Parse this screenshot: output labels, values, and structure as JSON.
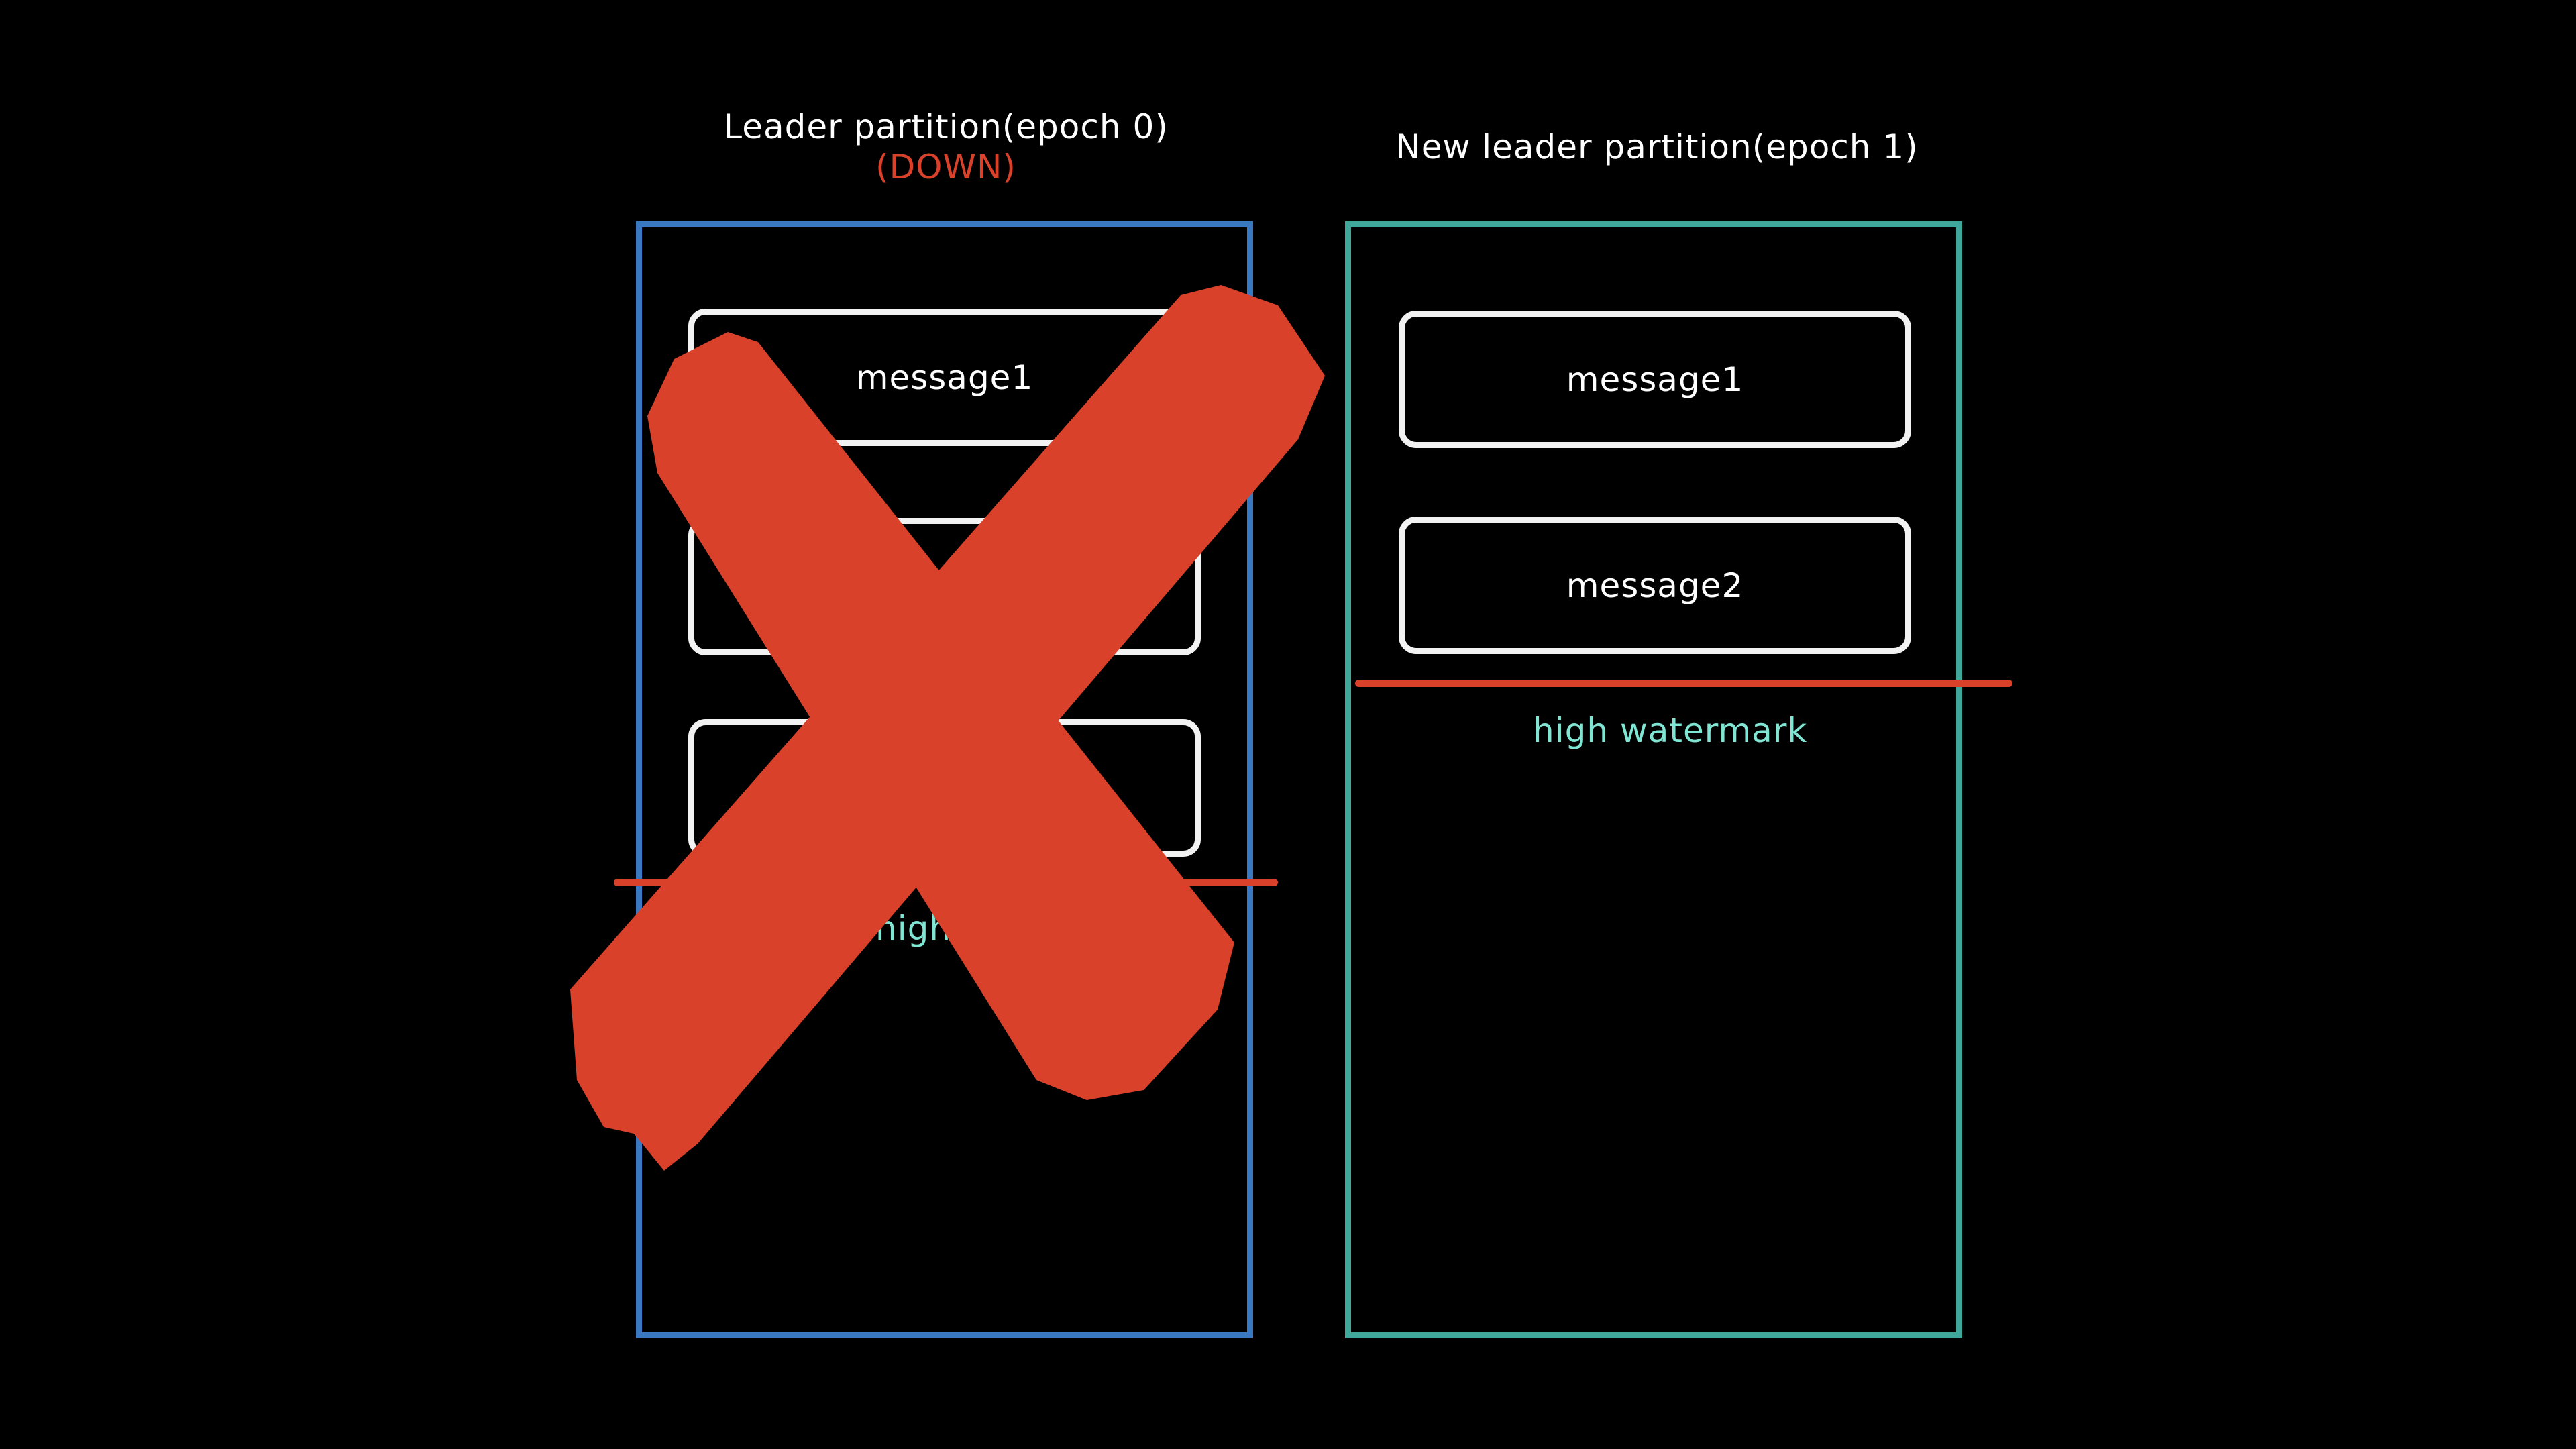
{
  "colors": {
    "background": "#000000",
    "left_partition_border": "#3a78c2",
    "right_partition_border": "#3fa89a",
    "high_watermark_line": "#d9412a",
    "high_watermark_label": "#7fe6d4",
    "down_label": "#d9412a",
    "cross_mark": "#d9412a",
    "message_border": "#f2f2f2"
  },
  "left_partition": {
    "title": "Leader partition(epoch 0)",
    "status": "(DOWN)",
    "messages": [
      "message1"
    ],
    "high_watermark_label": "high watermark",
    "crossed_out_icon": "cross-x-icon"
  },
  "right_partition": {
    "title": "New leader partition(epoch 1)",
    "messages": [
      "message1",
      "message2"
    ],
    "high_watermark_label": "high watermark"
  }
}
